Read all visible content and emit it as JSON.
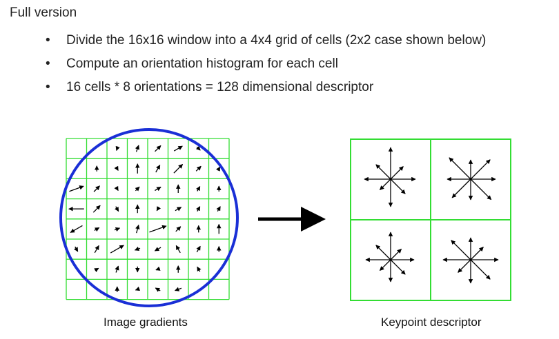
{
  "slide": {
    "heading": "Full version",
    "bullets": [
      "Divide the 16x16 window into a 4x4 grid of cells (2x2 case shown below)",
      "Compute an orientation histogram for each cell",
      "16 cells * 8 orientations = 128 dimensional descriptor"
    ]
  },
  "figure": {
    "left_caption": "Image gradients",
    "right_caption": "Keypoint descriptor",
    "colors": {
      "grid": "#33dd33",
      "circle": "#1a2fd6",
      "arrows": "#000000"
    }
  }
}
